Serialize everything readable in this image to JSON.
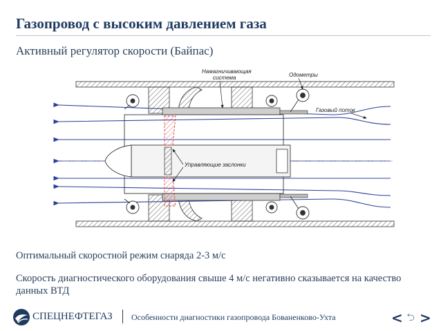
{
  "slide": {
    "title": "Газопровод с высоким давлением газа",
    "subtitle": "Активный регулятор скорости (Байпас)",
    "text1": "Оптимальный скоростной режим снаряда 2-3 м/с",
    "text2": "Скорость диагностического оборудования свыше 4 м/с негативно сказывается на качество данных ВТД"
  },
  "diagram": {
    "labels": {
      "magnet": [
        "Намагничивающая",
        "система"
      ],
      "odometers": "Одометры",
      "gas_flow": "Газовый поток",
      "valves": "Управляющие заслонки"
    }
  },
  "footer": {
    "brand": "СПЕЦНЕФТЕГАЗ",
    "note": "Особенности диагностики газопровода Бованенково-Ухта",
    "prev": "<",
    "return": "⮌",
    "next": ">"
  },
  "colors": {
    "primary": "#1f3a5f",
    "flow_arrows": "#2b3f9a",
    "valve_red": "#e04040"
  }
}
